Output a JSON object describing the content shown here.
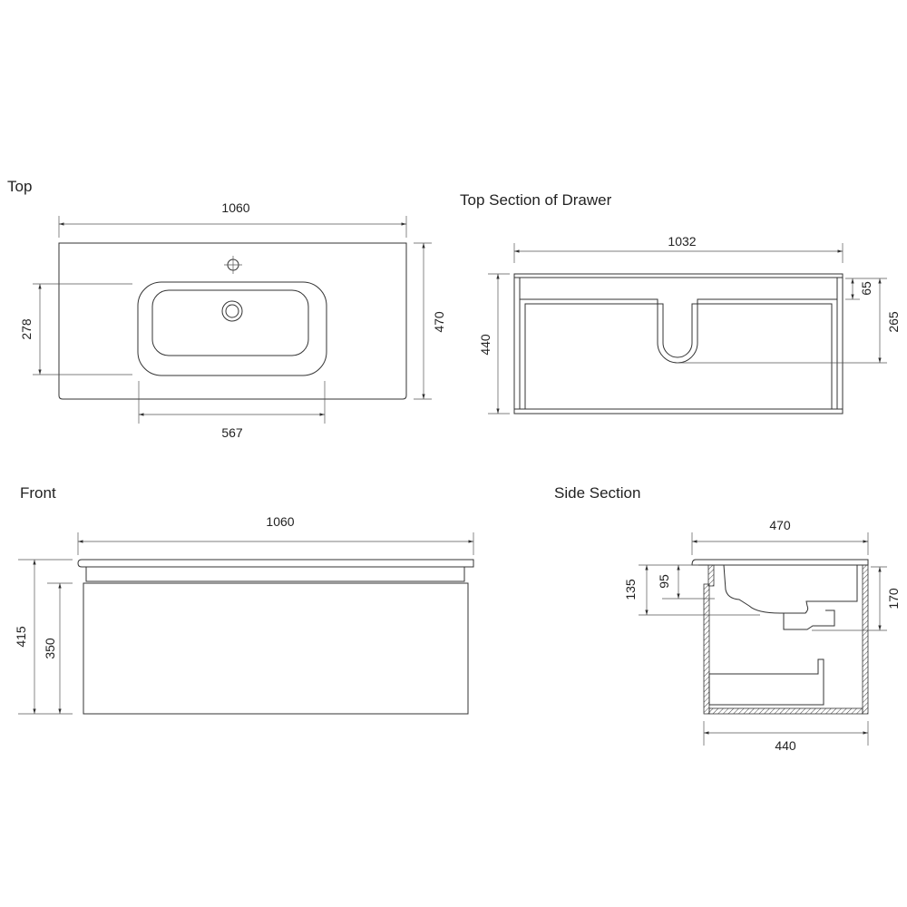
{
  "views": {
    "top": {
      "title": "Top",
      "width": "1060",
      "depth": "470",
      "basin_depth": "278",
      "basin_width": "567"
    },
    "drawer": {
      "title": "Top Section of Drawer",
      "width": "1032",
      "depth": "440",
      "rail": "65",
      "notch": "265"
    },
    "front": {
      "title": "Front",
      "width": "1060",
      "height": "415",
      "drawer_height": "350"
    },
    "side": {
      "title": "Side Section",
      "depth": "470",
      "inner_depth": "440",
      "dim_135": "135",
      "dim_95": "95",
      "dim_170": "170"
    }
  },
  "colors": {
    "line": "#333333",
    "background": "#ffffff"
  }
}
